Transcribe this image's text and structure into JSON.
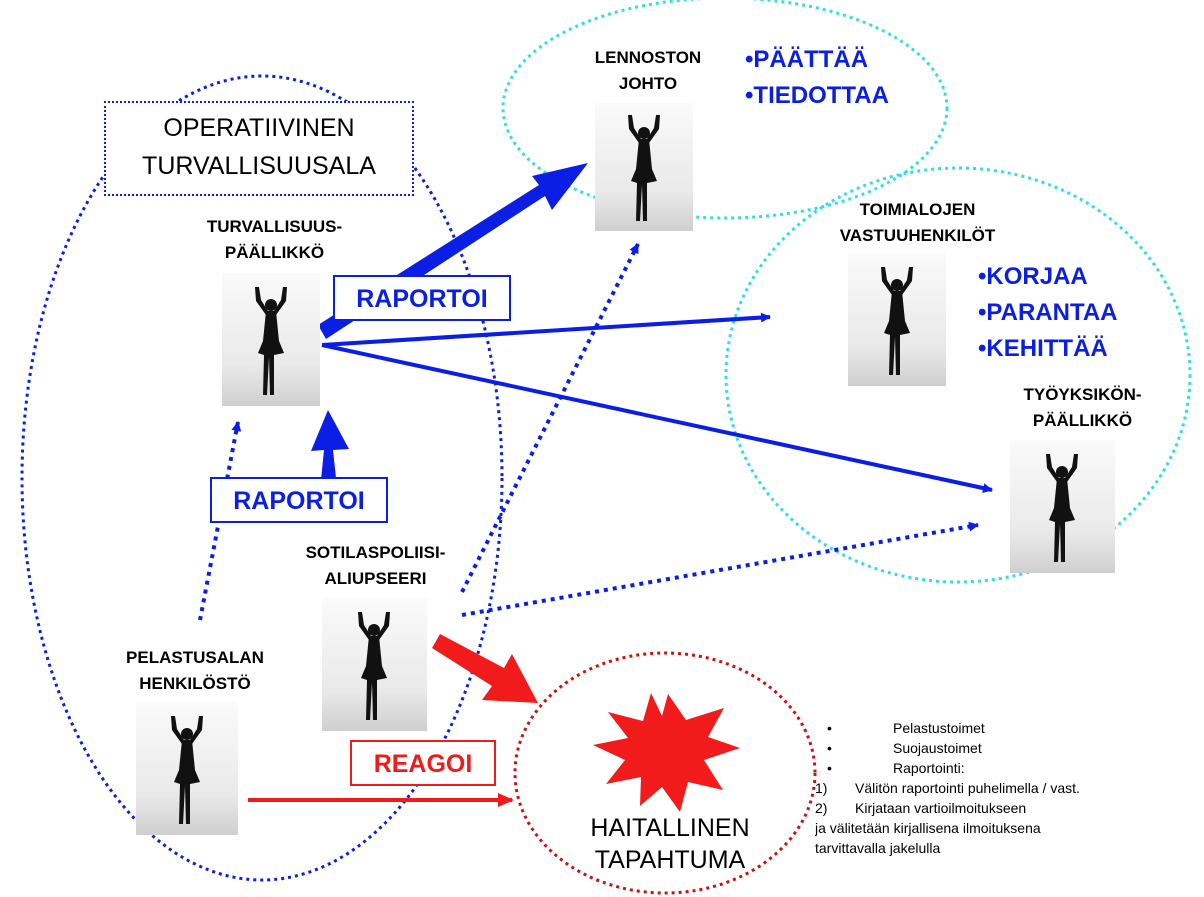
{
  "colors": {
    "blue": "#0a1ee6",
    "red": "#f21b1b",
    "cyan": "#2fe0e0",
    "dark_red": "#cc1111"
  },
  "group_label": {
    "line1": "OPERATIIVINEN",
    "line2": "TURVALLISUUSALA"
  },
  "roles": {
    "lennoston_johto": {
      "line1": "LENNOSTON",
      "line2": "JOHTO"
    },
    "turvallisuuspaallikko": {
      "line1": "TURVALLISUUS-",
      "line2": "PÄÄLLIKKÖ"
    },
    "toimialojen": {
      "line1": "TOIMIALOJEN",
      "line2": "VASTUUHENKILÖT"
    },
    "tyoyksikon": {
      "line1": "TYÖYKSIKÖN-",
      "line2": "PÄÄLLIKKÖ"
    },
    "sotilaspoliisi": {
      "line1": "SOTILASPOLIISI-",
      "line2": "ALIUPSEERI"
    },
    "pelastusalan": {
      "line1": "PELASTUSALAN",
      "line2": "HENKILÖSTÖ"
    }
  },
  "actions": {
    "leadership": [
      "•PÄÄTTÄÄ",
      "•TIEDOTTAA"
    ],
    "divisions": [
      "•KORJAA",
      "•PARANTAA",
      "•KEHITTÄÄ"
    ]
  },
  "labels": {
    "raportoi_top": "RAPORTOI",
    "raportoi_mid": "RAPORTOI",
    "reagoi": "REAGOI"
  },
  "event": {
    "line1": "HAITALLINEN",
    "line2": "TAPAHTUMA"
  },
  "notes": {
    "bullets": [
      "Pelastustoimet",
      "Suojaustoimet",
      "Raportointi:"
    ],
    "numbered": [
      {
        "num": "1)",
        "text": "Välitön raportointi puhelimella / vast."
      },
      {
        "num": "2)",
        "text": "Kirjataan vartioilmoitukseen"
      }
    ],
    "continuation": [
      "ja välitetään kirjallisena ilmoituksena",
      "tarvittavalla jakelulla"
    ]
  }
}
